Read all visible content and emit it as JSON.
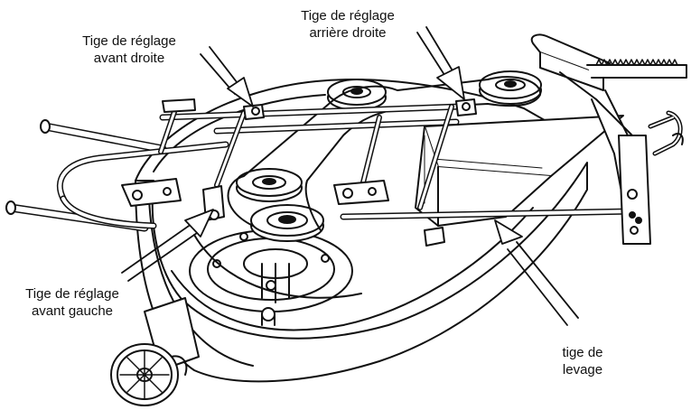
{
  "labels": {
    "front_right": {
      "line1": "Tige de réglage",
      "line2": "avant droite"
    },
    "rear_right": {
      "line1": "Tige de réglage",
      "line2": "arrière droite"
    },
    "front_left": {
      "line1": "Tige de réglage",
      "line2": "avant gauche"
    },
    "lift_rod": {
      "line1": "tige de",
      "line2": "levage"
    }
  },
  "colors": {
    "ink": "#111111",
    "paper": "#ffffff",
    "shade": "#dcdcdc"
  }
}
